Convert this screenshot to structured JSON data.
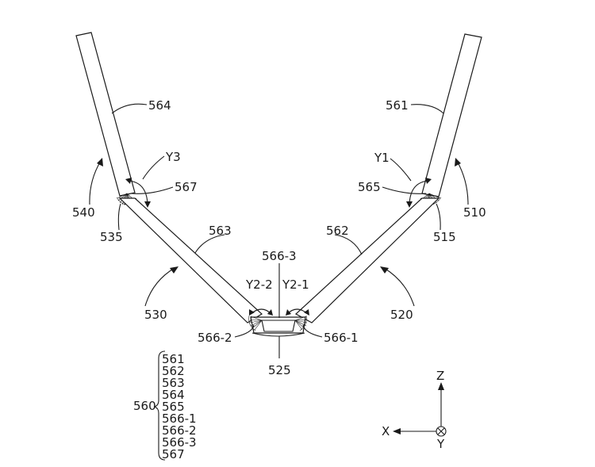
{
  "figure": {
    "labels": {
      "l564": "564",
      "l561": "561",
      "y3": "Y3",
      "y1": "Y1",
      "l567": "567",
      "l565": "565",
      "l540": "540",
      "l510": "510",
      "l535": "535",
      "l515": "515",
      "l563": "563",
      "l562": "562",
      "l566_3": "566-3",
      "y2_2": "Y2-2",
      "y2_1": "Y2-1",
      "l530": "530",
      "l520": "520",
      "l566_2": "566-2",
      "l566_1": "566-1",
      "l525": "525"
    },
    "group": {
      "label": "560",
      "items": [
        "561",
        "562",
        "563",
        "564",
        "565",
        "566-1",
        "566-2",
        "566-3",
        "567"
      ]
    },
    "axes": {
      "z": "Z",
      "x": "X",
      "y": "Y"
    }
  }
}
